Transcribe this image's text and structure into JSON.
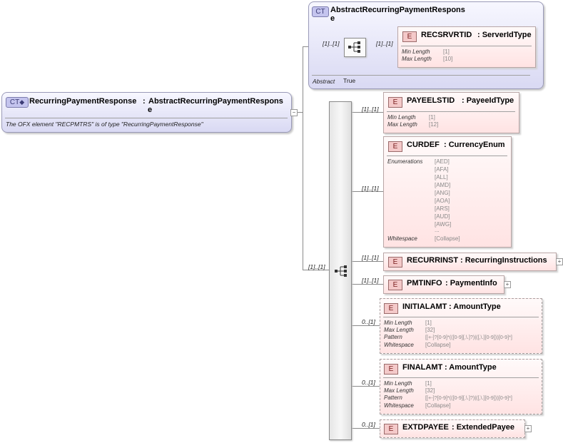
{
  "root": {
    "badge": "CT",
    "name": "RecurringPaymentResponse",
    "separator": ":",
    "type_line1": "AbstractRecurringPaymentRespons",
    "type_line2": "e",
    "description": "The OFX element \"RECPMTRS\" is of type \"RecurringPaymentResponse\""
  },
  "base": {
    "badge": "CT",
    "name_line1": "AbstractRecurringPaymentRespons",
    "name_line2": "e",
    "abstract_label": "Abstract",
    "abstract_value": "True",
    "card_in": "[1]..[1]",
    "card_out": "[1]..[1]",
    "element": {
      "badge": "E",
      "name": "RECSRVRTID",
      "type": ": ServerIdType",
      "props": [
        {
          "name": "Min Length",
          "value": "[1]"
        },
        {
          "name": "Max Length",
          "value": "[10]"
        }
      ]
    }
  },
  "sequence": {
    "card": "[1]..[1]",
    "elements": [
      {
        "badge": "E",
        "name": "PAYEELSTID",
        "type": ": PayeeIdType",
        "card": "[1]..[1]",
        "props": [
          {
            "name": "Min Length",
            "value": "[1]"
          },
          {
            "name": "Max Length",
            "value": "[12]"
          }
        ]
      },
      {
        "badge": "E",
        "name": "CURDEF",
        "type": ": CurrencyEnum",
        "card": "[1]..[1]",
        "enum_label": "Enumerations",
        "enums": [
          "[AED]",
          "[AFA]",
          "[ALL]",
          "[AMD]",
          "[ANG]",
          "[AOA]",
          "[ARS]",
          "[AUD]",
          "[AWG]",
          "..."
        ],
        "ws_label": "Whitespace",
        "ws_value": "[Collapse]"
      },
      {
        "badge": "E",
        "name": "RECURRINST",
        "type": ": RecurringInstructions",
        "card": "[1]..[1]",
        "expander": "+"
      },
      {
        "badge": "E",
        "name": "PMTINFO",
        "type": ": PaymentInfo",
        "card": "[1]..[1]",
        "expander": "+"
      },
      {
        "badge": "E",
        "name": "INITIALAMT",
        "type": ": AmountType",
        "card": "0..[1]",
        "props": [
          {
            "name": "Min Length",
            "value": "[1]"
          },
          {
            "name": "Max Length",
            "value": "[32]"
          },
          {
            "name": "Pattern",
            "value": "[[+-]?[0-9]*(([0-9][,\\.]?)|([,\\.][0-9]))[0-9]*]"
          },
          {
            "name": "Whitespace",
            "value": "[Collapse]"
          }
        ]
      },
      {
        "badge": "E",
        "name": "FINALAMT",
        "type": ": AmountType",
        "card": "0..[1]",
        "props": [
          {
            "name": "Min Length",
            "value": "[1]"
          },
          {
            "name": "Max Length",
            "value": "[32]"
          },
          {
            "name": "Pattern",
            "value": "[[+-]?[0-9]*(([0-9][,\\.]?)|([,\\.][0-9]))[0-9]*]"
          },
          {
            "name": "Whitespace",
            "value": "[Collapse]"
          }
        ]
      },
      {
        "badge": "E",
        "name": "EXTDPAYEE",
        "type": ": ExtendedPayee",
        "card": "0..[1]",
        "expander": "+"
      }
    ]
  },
  "collapse_symbol": "−",
  "colors": {
    "complex_type_fill": "#d9d9f3",
    "element_fill": "#ffe3e3",
    "connector": "#8a8a8a"
  }
}
